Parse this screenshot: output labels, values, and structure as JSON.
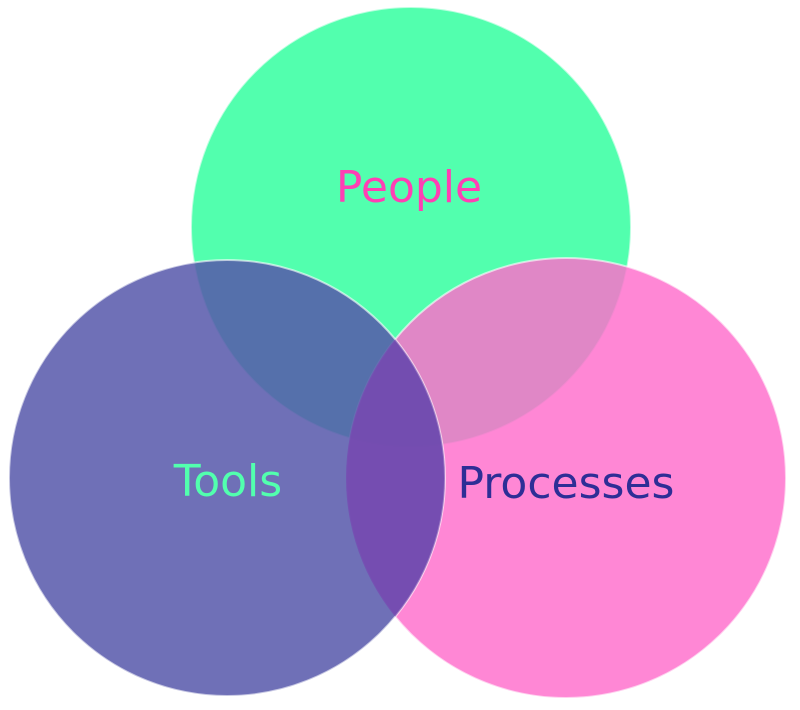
{
  "diagram": {
    "type": "venn",
    "sets": [
      {
        "id": "people",
        "label": "People",
        "fill_color": "#52ffae",
        "label_color": "#ff3fb4"
      },
      {
        "id": "tools",
        "label": "Tools",
        "fill_color": "#5657aa",
        "label_color": "#52ffae"
      },
      {
        "id": "processes",
        "label": "Processes",
        "fill_color": "#ff6ccc",
        "label_color": "#2e2e96"
      }
    ]
  }
}
